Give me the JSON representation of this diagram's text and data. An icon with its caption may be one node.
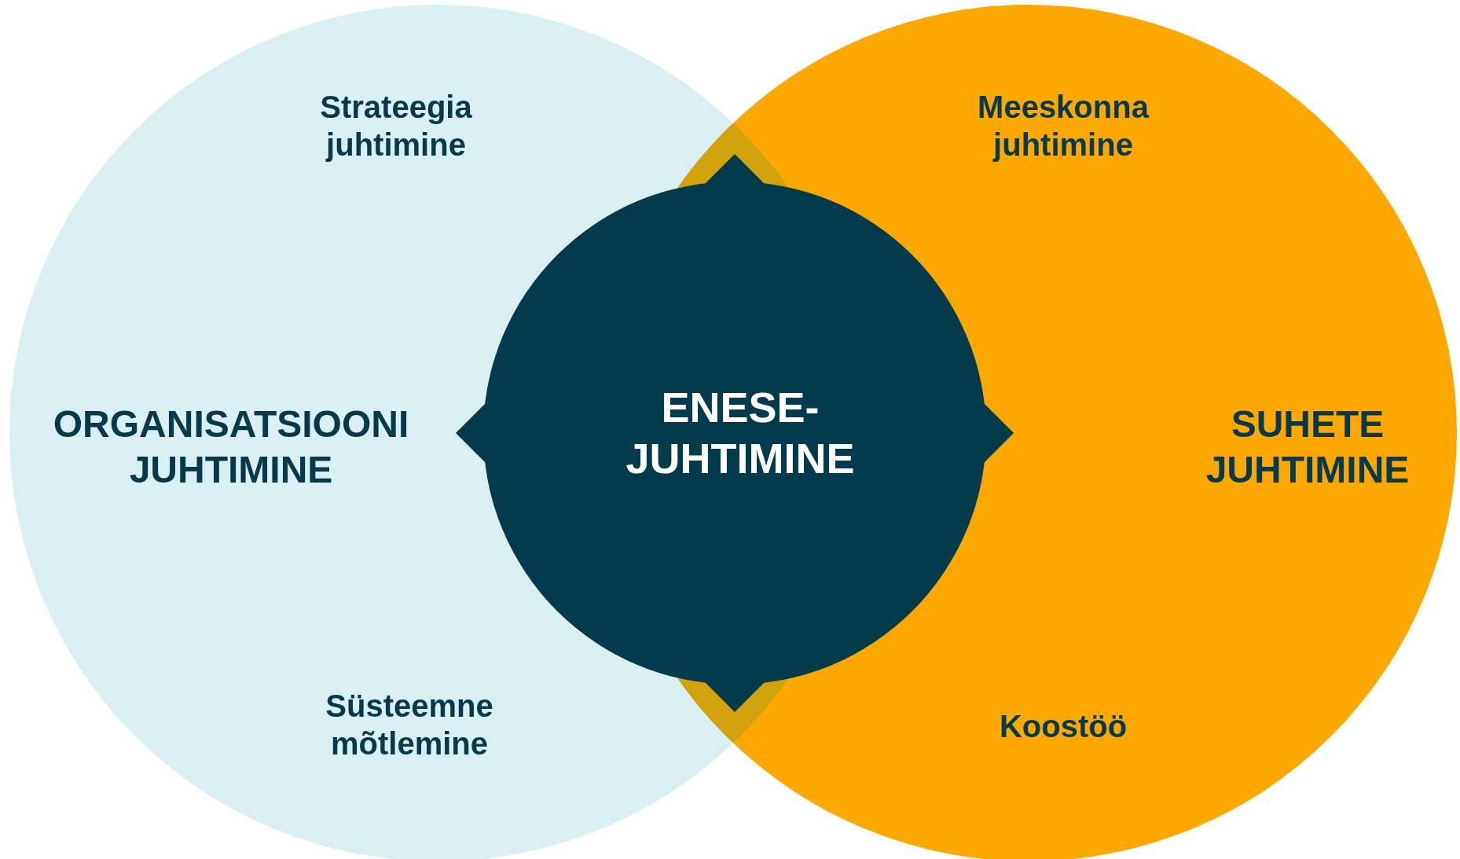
{
  "diagram": {
    "nodes": [
      {
        "text": [
          "Strateegia juhtimine",
          "ORGANISATSIOONI JUHTIMINE",
          "Süsteemne mõtlemine"
        ]
      },
      {
        "text": [
          "Meeskonna juhtimine",
          "SUHETE JUHTIMINE",
          "Koostöö"
        ]
      },
      {
        "text": [
          "ENESE- JUHTIMINE"
        ]
      }
    ]
  }
}
